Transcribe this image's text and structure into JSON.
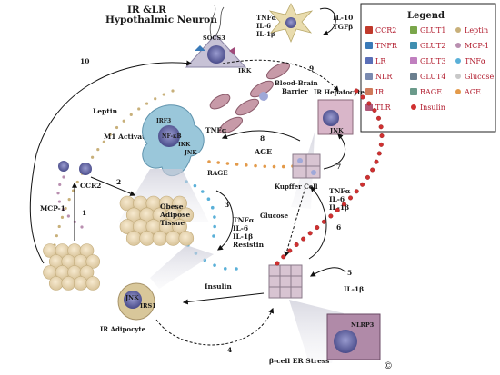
{
  "title": "IR &LR\nHypothalmic Neuron",
  "copyright": "©",
  "legend": {
    "heading": "Legend",
    "items": [
      {
        "label": "CCR2",
        "icon": "ccr2-receptor-icon",
        "color": "#c0392b"
      },
      {
        "label": "GLUT1",
        "icon": "glut1-transporter-icon",
        "color": "#7aa64a"
      },
      {
        "label": "Leptin",
        "icon": "leptin-dot-icon",
        "color": "#c8b07a"
      },
      {
        "label": "TNFR",
        "icon": "tnfr-receptor-icon",
        "color": "#3a7ab8"
      },
      {
        "label": "GLUT2",
        "icon": "glut2-transporter-icon",
        "color": "#3f8fb0"
      },
      {
        "label": "MCP-1",
        "icon": "mcp1-dot-icon",
        "color": "#b98fb0"
      },
      {
        "label": "LR",
        "icon": "lr-receptor-icon",
        "color": "#5a6fb8"
      },
      {
        "label": "GLUT3",
        "icon": "glut3-transporter-icon",
        "color": "#c07fbf"
      },
      {
        "label": "TNFα",
        "icon": "tnfa-dot-icon",
        "color": "#5ab0d8"
      },
      {
        "label": "NLR",
        "icon": "nlr-receptor-icon",
        "color": "#7a8ab0"
      },
      {
        "label": "GLUT4",
        "icon": "glut4-transporter-icon",
        "color": "#6a7f8f"
      },
      {
        "label": "Glucose",
        "icon": "glucose-dot-icon",
        "color": "#c8c8c8"
      },
      {
        "label": "IR",
        "icon": "ir-receptor-icon",
        "color": "#d07a5a"
      },
      {
        "label": "RAGE",
        "icon": "rage-receptor-icon",
        "color": "#6a9a8a"
      },
      {
        "label": "AGE",
        "icon": "age-dot-icon",
        "color": "#e39a4a"
      },
      {
        "label": "TLR",
        "icon": "tlr-receptor-icon",
        "color": "#b05a7a"
      },
      {
        "label": "Insulin",
        "icon": "insulin-dot-icon",
        "color": "#d03030"
      }
    ]
  },
  "labels": {
    "il10": "IL-10\nTGFβ",
    "neuron_cytokines": "TNFα\nIL-6\nIL-1β",
    "socs3": "SOCS3",
    "ikk_neuron": "IKK",
    "bbb": "Blood-Brain\nBarrier",
    "ir_hepatocyte": "IR Hepatocyte",
    "jnk_hepatocyte": "JNK",
    "leptin": "Leptin",
    "m1_atm": "M1 Activated ATM",
    "irf3": "IRF3",
    "nfkb": "NF-κB",
    "ikk_atm": "IKK",
    "jnk_atm": "JNK",
    "tnfa_atm": "TNFα",
    "rage": "RAGE",
    "age": "AGE",
    "kupffer": "Kupffer Cell",
    "kupffer_cytokines": "TNFα\nIL-6\nIL-1β",
    "glucose": "Glucose",
    "ccr2": "CCR2",
    "mcp1": "MCP-1",
    "obese_tissue": "Obese\nAdipose\nTissue",
    "adipose_cytokines": "TNFα\nIL-6\nIL-1β\nResistin",
    "insulin": "Insulin",
    "il1b_beta": "IL-1β",
    "jnk_adipocyte": "JNK",
    "irs1": "IRS1",
    "ir_adipocyte": "IR Adipocyte",
    "nlrp3": "NLRP3",
    "beta_cell": "β-cell ER Stress"
  },
  "steps": [
    "1",
    "2",
    "3",
    "4",
    "5",
    "6",
    "7",
    "8",
    "9",
    "10"
  ]
}
